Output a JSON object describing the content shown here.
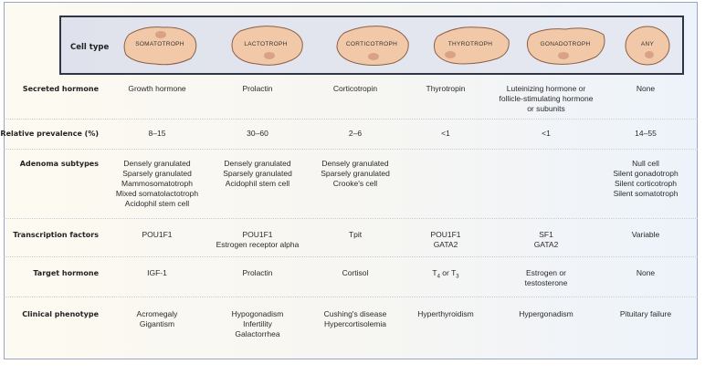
{
  "header": {
    "cell_type_label": "Cell type",
    "cells": [
      {
        "name": "Somatotroph"
      },
      {
        "name": "Lactotroph"
      },
      {
        "name": "Corticotroph"
      },
      {
        "name": "Thyrotroph"
      },
      {
        "name": "Gonadotroph"
      },
      {
        "name": "Any"
      }
    ]
  },
  "colors": {
    "cell_fill": "#f2c9a8",
    "nucleus_fill": "#d9a286",
    "outline": "#8a5f48",
    "header_border": "#2f3545"
  },
  "rows": [
    {
      "label": "Secreted hormone",
      "values": [
        "Growth hormone",
        "Prolactin",
        "Corticotropin",
        "Thyrotropin",
        "Luteinizing hormone or\nfollicle-stimulating hormone\nor subunits",
        "None"
      ]
    },
    {
      "label": "Relative prevalence (%)",
      "values": [
        "8–15",
        "30–60",
        "2–6",
        "<1",
        "<1",
        "14–55"
      ]
    },
    {
      "label": "Adenoma subtypes",
      "values": [
        "Densely granulated\nSparsely granulated\nMammosomatotroph\nMixed somatolactotroph\nAcidophil stem cell",
        "Densely granulated\nSparsely granulated\nAcidophil stem cell",
        "Densely granulated\nSparsely granulated\nCrooke's cell",
        "",
        "",
        "Null cell\nSilent gonadotroph\nSilent corticotroph\nSilent somatotroph"
      ]
    },
    {
      "label": "Transcription factors",
      "values": [
        "POU1F1",
        "POU1F1\nEstrogen receptor alpha",
        "Tpit",
        "POU1F1\nGATA2",
        "SF1\nGATA2",
        "Variable"
      ]
    },
    {
      "label": "Target hormone",
      "values": [
        "IGF-1",
        "Prolactin",
        "Cortisol",
        "T4 or T3",
        "Estrogen or\ntestosterone",
        "None"
      ]
    },
    {
      "label": "Clinical phenotype",
      "values": [
        "Acromegaly\nGigantism",
        "Hypogonadism\nInfertility\nGalactorrhea",
        "Cushing's disease\nHypercortisolemia",
        "Hyperthyroidism",
        "Hypergonadism",
        "Pituitary failure"
      ]
    }
  ]
}
